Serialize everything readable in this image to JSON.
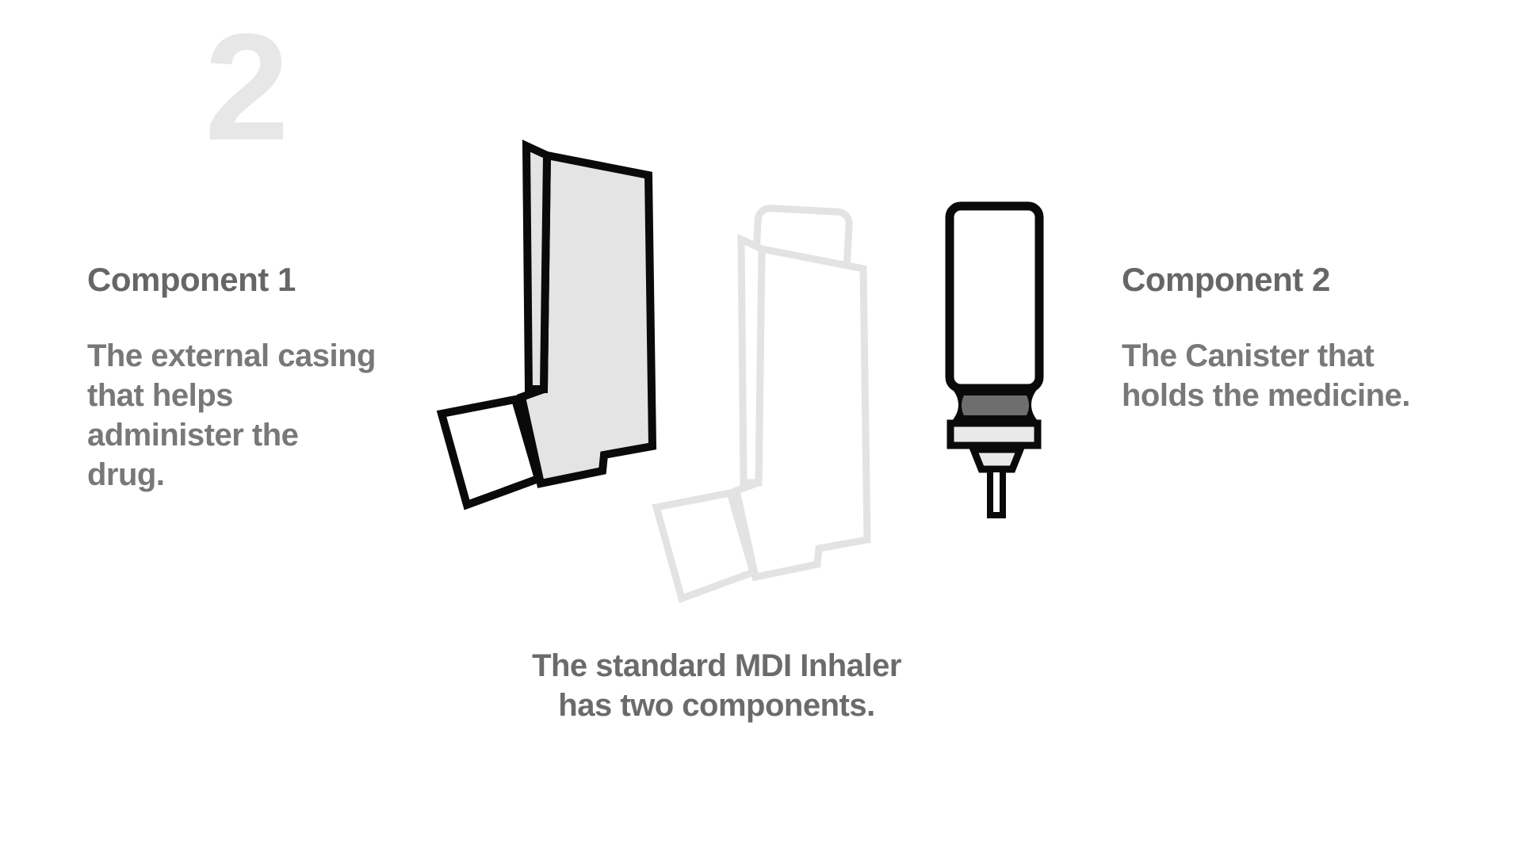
{
  "slide": {
    "step_number": "2",
    "component_1": {
      "title": "Component 1",
      "description": "The external casing\nthat helps\nadminister the\ndrug."
    },
    "component_2": {
      "title": "Component 2",
      "description": "The Canister that\nholds the medicine."
    },
    "caption": "The standard MDI Inhaler\nhas two components.",
    "illustrations": {
      "casing": "inhaler-external-casing",
      "ghost": "assembled-inhaler-ghost",
      "canister": "medicine-canister"
    }
  },
  "theme": {
    "background": "#ffffff",
    "numeral_color": "#e7e7e7",
    "heading_color": "#666666",
    "body_color": "#787878",
    "caption_color": "#6b6b6b",
    "outline_color": "#0a0a0a",
    "casing_fill": "#e4e4e4",
    "ghost_line_color": "#e3e3e3",
    "crimp_color": "#6e6e6e",
    "band_fill": "#e9e9e9"
  }
}
